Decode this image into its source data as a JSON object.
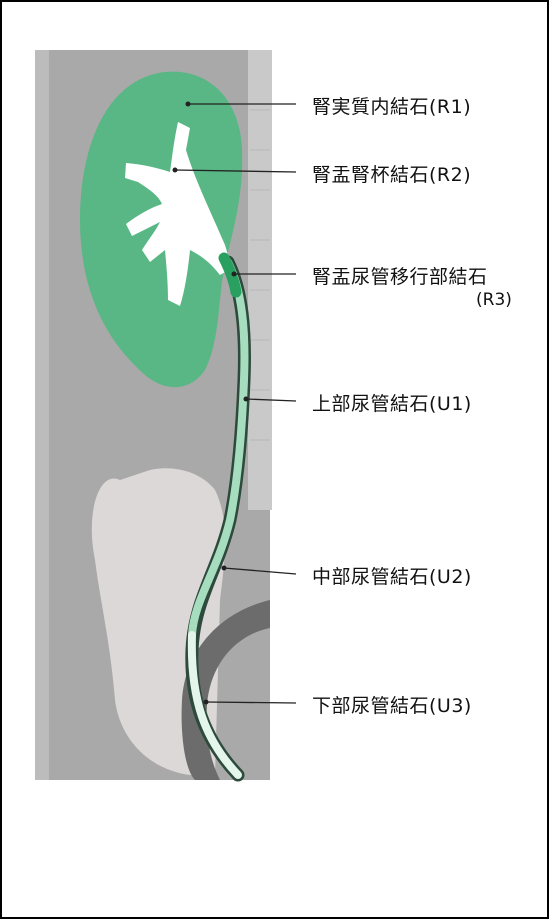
{
  "colors": {
    "background": "#ffffff",
    "body_gray": "#a9a9a9",
    "kidney_green": "#58b785",
    "ureter_light": "#a7ddbf",
    "ureter_dark": "#2d4a3c",
    "bladder_ring": "#6c6c6c",
    "pelvis_white": "#ffffff",
    "bone_light": "#ddd8d8"
  },
  "labels": [
    {
      "id": "R1",
      "text": "腎実質内結石(R1)"
    },
    {
      "id": "R2",
      "text": "腎盂腎杯結石(R2)"
    },
    {
      "id": "R3",
      "text": "腎盂尿管移行部結石",
      "sub": "(R3)"
    },
    {
      "id": "U1",
      "text": "上部尿管結石(U1)"
    },
    {
      "id": "U2",
      "text": "中部尿管結石(U2)"
    },
    {
      "id": "U3",
      "text": "下部尿管結石(U3)"
    }
  ]
}
